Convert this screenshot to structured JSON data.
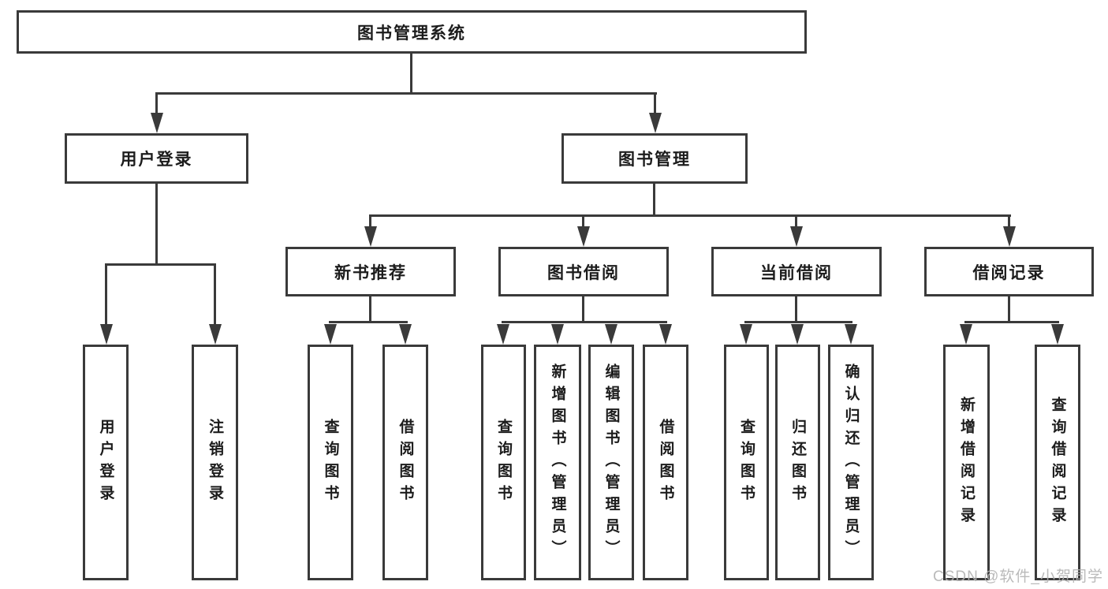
{
  "tree": {
    "root": {
      "label": "图书管理系统"
    },
    "branches": [
      {
        "label": "用户登录",
        "children": [
          {
            "label": "用户登录"
          },
          {
            "label": "注销登录"
          }
        ]
      },
      {
        "label": "图书管理",
        "children": [
          {
            "label": "新书推荐",
            "children": [
              {
                "label": "查询图书"
              },
              {
                "label": "借阅图书"
              }
            ]
          },
          {
            "label": "图书借阅",
            "children": [
              {
                "label": "查询图书"
              },
              {
                "label": "新增图书（管理员）"
              },
              {
                "label": "编辑图书（管理员）"
              },
              {
                "label": "借阅图书"
              }
            ]
          },
          {
            "label": "当前借阅",
            "children": [
              {
                "label": "查询图书"
              },
              {
                "label": "归还图书"
              },
              {
                "label": "确认归还（管理员）"
              }
            ]
          },
          {
            "label": "借阅记录",
            "children": [
              {
                "label": "新增借阅记录"
              },
              {
                "label": "查询借阅记录"
              }
            ]
          }
        ]
      }
    ]
  },
  "colors": {
    "line": "#3a3a3a",
    "text": "#1c1c1c",
    "watermark": "#b3b3b3",
    "background": "#ffffff"
  },
  "watermark": {
    "text": "CSDN @软件_小贺同学"
  }
}
